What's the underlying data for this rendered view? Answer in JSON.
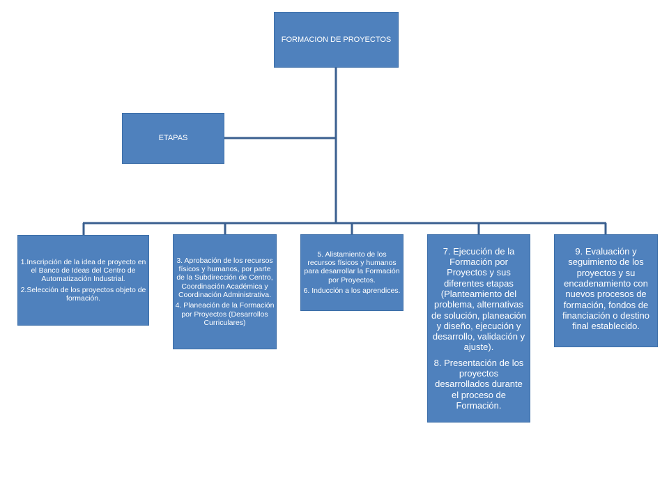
{
  "diagram": {
    "root": {
      "label": "FORMACION DE PROYECTOS"
    },
    "assistant": {
      "label": "ETAPAS"
    },
    "children": [
      {
        "lines": [
          "1.Inscripción de la idea de proyecto en el Banco de Ideas del Centro de Automatización Industrial.",
          "2.Selección de los proyectos objeto de formación."
        ]
      },
      {
        "lines": [
          "3. Aprobación de los recursos físicos y humanos, por parte de la Subdirección de Centro, Coordinación Académica y Coordinación Administrativa.",
          "4. Planeación de la Formación por Proyectos (Desarrollos Curriculares)"
        ]
      },
      {
        "lines": [
          "5. Alistamiento  de los recursos físicos y humanos para desarrollar la Formación por Proyectos.",
          "6. Inducción a los aprendices."
        ]
      },
      {
        "lines": [
          "7. Ejecución de la Formación por Proyectos y sus diferentes etapas (Planteamiento del problema, alternativas de solución, planeación y diseño, ejecución y desarrollo, validación y ajuste).",
          "8. Presentación de los proyectos desarrollados durante el proceso de Formación."
        ]
      },
      {
        "lines": [
          "9. Evaluación  y seguimiento de los proyectos y su encadenamiento con nuevos procesos de formación, fondos de financiación o destino final establecido."
        ]
      }
    ],
    "colors": {
      "box_fill": "#4f81bd",
      "connector": "#3a5f8f",
      "text": "#ffffff"
    }
  }
}
